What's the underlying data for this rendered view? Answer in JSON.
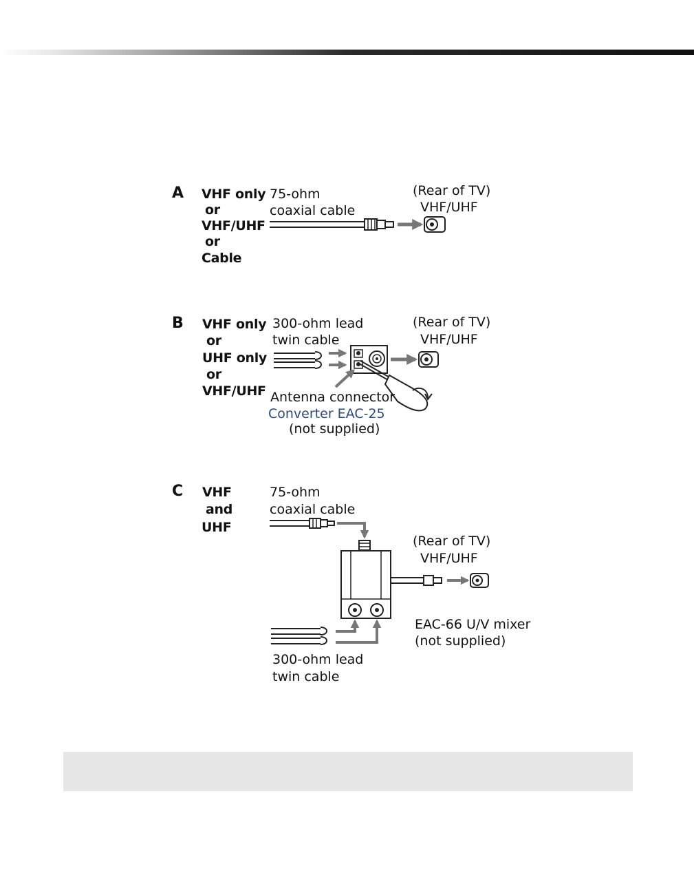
{
  "section_a": {
    "letter": "A",
    "options": [
      "VHF only",
      "or",
      "VHF/UHF",
      "or",
      "Cable"
    ],
    "cable_label": [
      "75-ohm",
      "coaxial  cable"
    ],
    "tv_label": [
      "(Rear of TV)",
      "VHF/UHF"
    ]
  },
  "section_b": {
    "letter": "B",
    "options": [
      "VHF only",
      "or",
      "UHF only",
      "or",
      "VHF/UHF"
    ],
    "cable_label": [
      "300-ohm  lead",
      "twin cable"
    ],
    "tv_label": [
      "(Rear of TV)",
      "VHF/UHF"
    ],
    "connector_label": "Antenna connector",
    "converter_label": "Converter  EAC-25",
    "converter_note": "(not supplied)"
  },
  "section_c": {
    "letter": "C",
    "options": [
      "VHF",
      "and",
      "UHF"
    ],
    "coax_label": [
      "75-ohm",
      "coaxial  cable"
    ],
    "tv_label": [
      "(Rear of TV)",
      "VHF/UHF"
    ],
    "mixer_label": [
      "EAC-66 U/V mixer",
      "(not supplied)"
    ],
    "twin_label": [
      "300-ohm  lead",
      "twin cable"
    ]
  },
  "colors": {
    "arrow": "#777777",
    "line": "#222222",
    "converter_text": "#2d4a7a"
  }
}
